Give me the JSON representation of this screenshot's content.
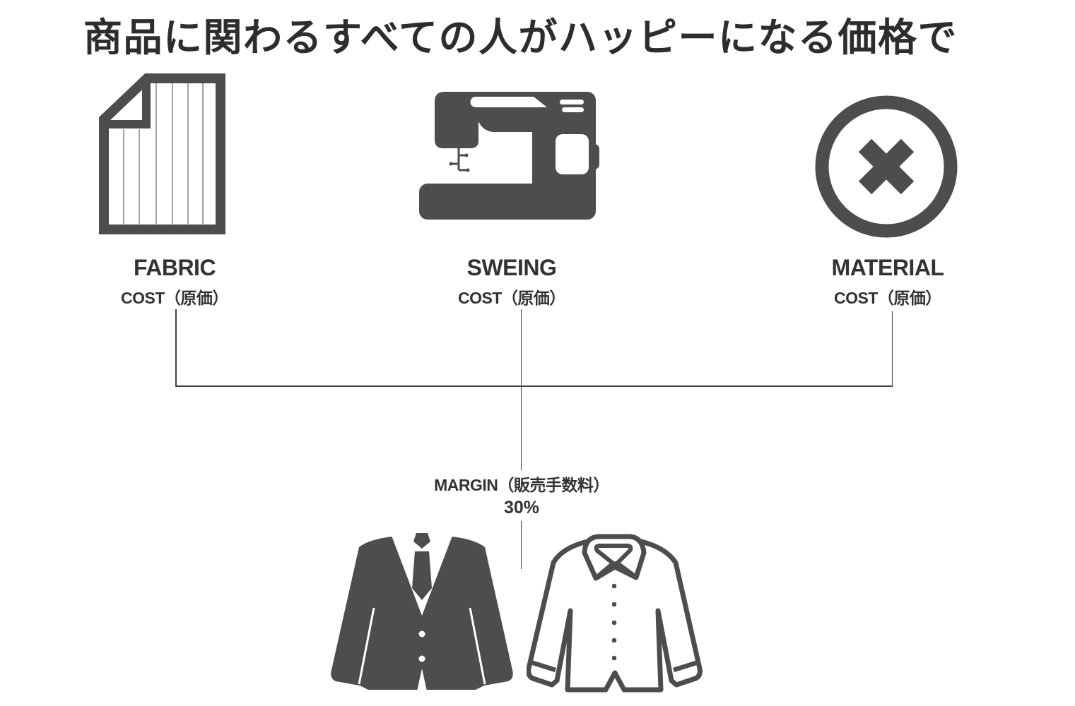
{
  "title": "商品に関わるすべての人がハッピーになる価格で",
  "colors": {
    "ink": "#4d4d4d",
    "text": "#333333",
    "title_text": "#2d2d2d",
    "line": "#424242",
    "stripe": "#9a9a9a",
    "background": "#ffffff"
  },
  "columns": [
    {
      "label": "FABRIC",
      "sublabel": "COST（原価）",
      "icon": "fabric-sheet-icon"
    },
    {
      "label": "SWEING",
      "sublabel": "COST（原価）",
      "icon": "sewing-machine-icon"
    },
    {
      "label": "MATERIAL",
      "sublabel": "COST（原価）",
      "icon": "circle-x-icon"
    }
  ],
  "margin_node": {
    "label": "MARGIN（販売手数料）",
    "value": "30%"
  },
  "products": {
    "items": [
      {
        "icon": "suit-jacket-icon"
      },
      {
        "icon": "dress-shirt-icon"
      }
    ]
  }
}
